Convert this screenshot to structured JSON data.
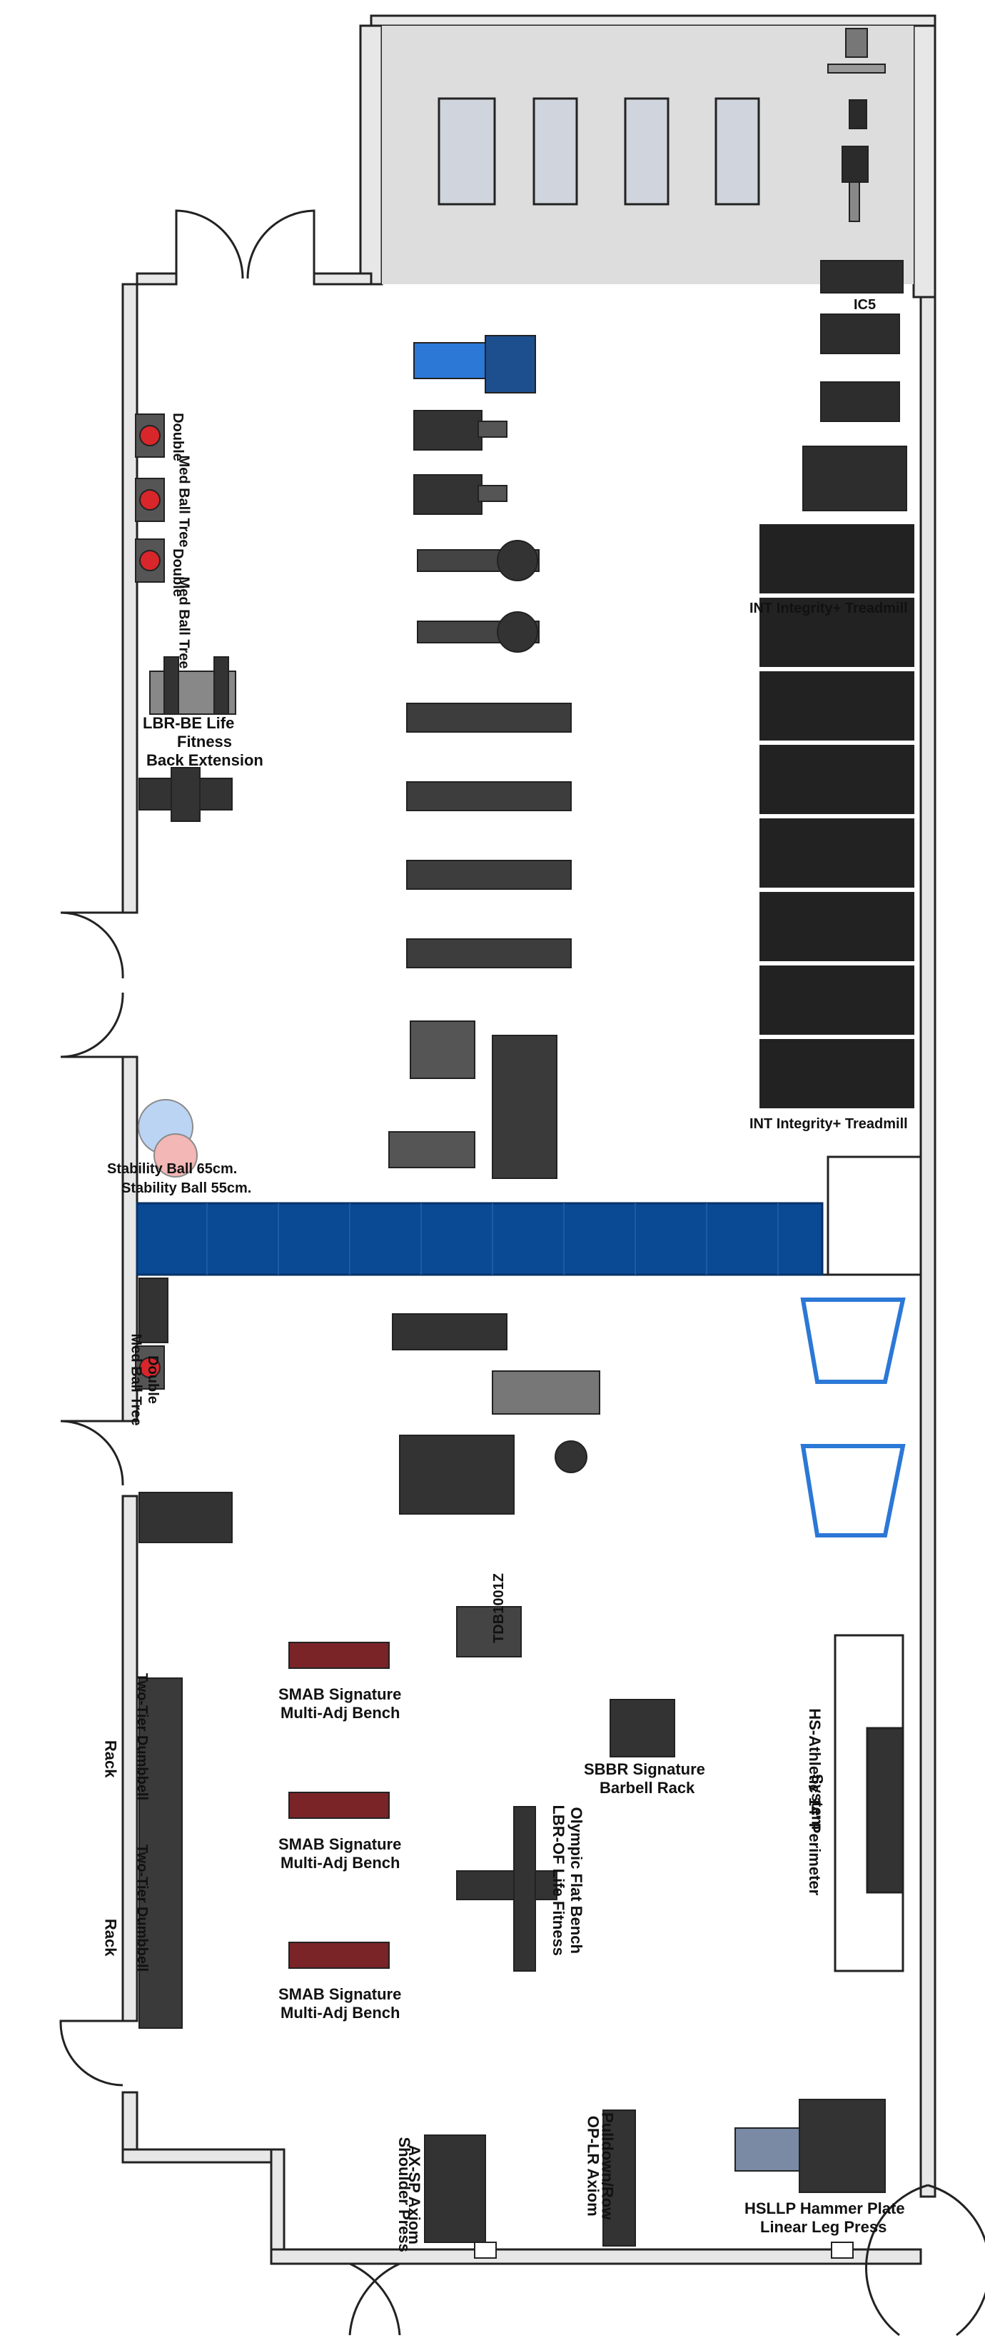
{
  "labels": {
    "ic5": "IC5",
    "double_ball_tree_1": "Double",
    "med_ball_tree_1": "Med Ball Tree",
    "double_ball_tree_2": "Double",
    "med_ball_tree_2": "Med Ball Tree",
    "back_ext_1": "LBR-BE Life",
    "back_ext_2": "Fitness",
    "back_ext_3": "Back Extension",
    "stability_a": "Stability Ball 65cm.",
    "stability_b": "Stability Ball 55cm.",
    "treadmill_top": "INT Integrity+ Treadmill",
    "treadmill_bottom": "INT Integrity+ Treadmill",
    "med_ball_tree_single": "Med Ball Tree",
    "double": "Double",
    "bench_1a": "SMAB Signature",
    "bench_1b": "Multi-Adj Bench",
    "bench_2a": "SMAB Signature",
    "bench_2b": "Multi-Adj Bench",
    "bench_3a": "SMAB Signature",
    "bench_3b": "Multi-Adj Bench",
    "rack_1": "Rack",
    "rack_2": "Rack",
    "dumbbell_1": "Two-Tier Dumbbell",
    "dumbbell_2": "Two-Tier Dumbbell",
    "barbell_rack_a": "SBBR Signature",
    "barbell_rack_b": "Barbell Rack",
    "olympic_a": "LBR-OF Life Fitness",
    "olympic_b": "Olympic Flat Bench",
    "perimeter_a": "HS-Athletic 14' Perimeter",
    "perimeter_b": "System",
    "shoulder_a": "AX-SP Axiom",
    "shoulder_b": "Shoulder Press",
    "pulldown_a": "OP-LR Axiom",
    "pulldown_b": "Pulldown/Row",
    "leg_press_a": "HSLLP Hammer Plate",
    "leg_press_b": "Linear Leg Press",
    "small_tag": "TDB1001Z"
  },
  "colors": {
    "wall": "#e7e7e7",
    "wall_line": "#222222",
    "floor_gray": "#dddddd",
    "mat_blue": "#0a4a94",
    "equipment_dark": "#2b2b2b",
    "equipment_mid": "#6b6b6b",
    "accent_blue": "#2b78d6",
    "bench_red": "#7a2428",
    "ball_red": "#d8262b",
    "stability_blue": "#bcd4f3",
    "stability_pink": "#f3b7b5"
  }
}
